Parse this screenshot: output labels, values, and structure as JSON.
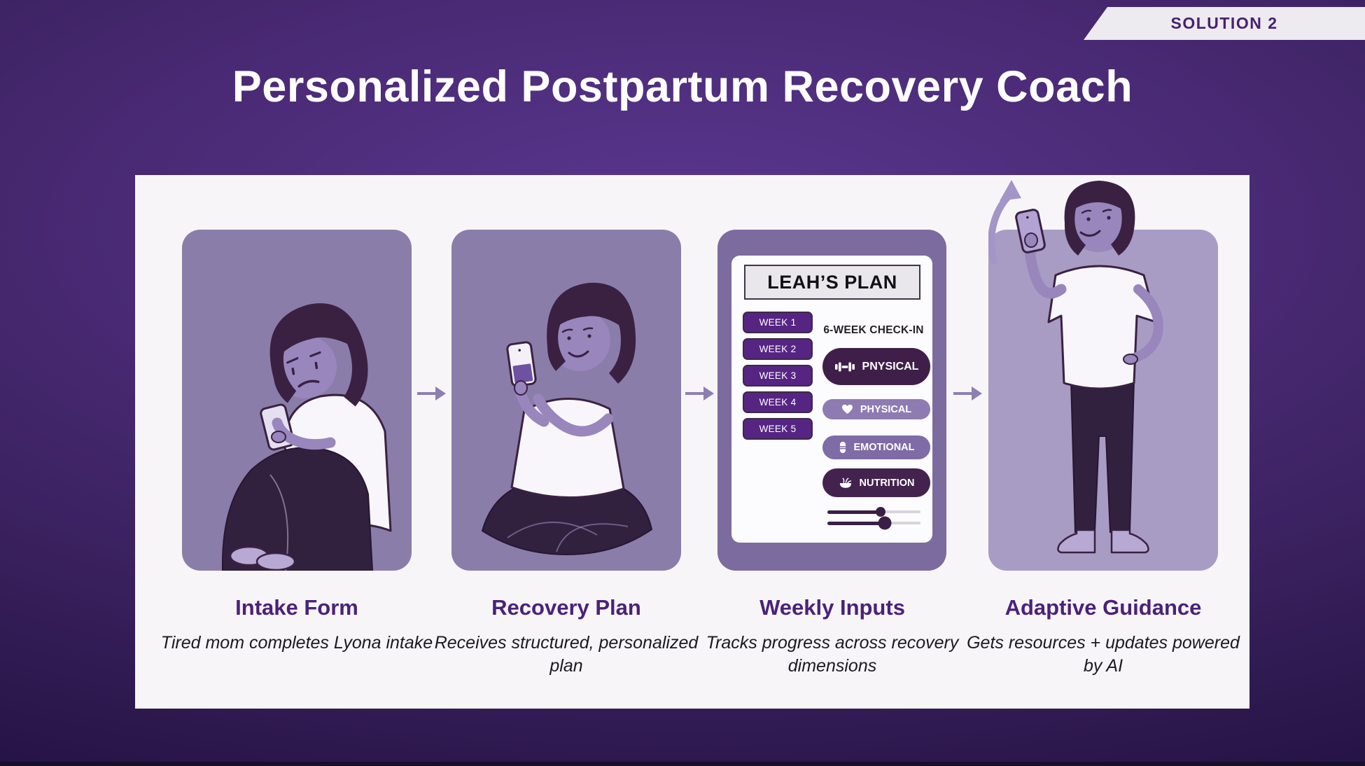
{
  "badge": {
    "label": "SOLUTION 2"
  },
  "title": "Personalized Postpartum Recovery Coach",
  "steps": [
    {
      "title": "Intake Form",
      "description": "Tired mom completes Lyona intake",
      "illustration": "tired-mom-with-phone"
    },
    {
      "title": "Recovery Plan",
      "description": "Receives structured, personalized plan",
      "illustration": "mom-reading-plan-on-phone"
    },
    {
      "title": "Weekly Inputs",
      "description": "Tracks progress across recovery dimensions",
      "illustration": "leah-plan-card"
    },
    {
      "title": "Adaptive Guidance",
      "description": "Gets resources + updates powered by AI",
      "illustration": "standing-mom-progress"
    }
  ],
  "plan_card": {
    "header": "LEAH’S PLAN",
    "weeks": [
      "WEEK 1",
      "WEEK 2",
      "WEEK 3",
      "WEEK 4",
      "WEEK 5"
    ],
    "checkin_label": "6-WEEK CHECK-IN",
    "categories": [
      {
        "label": "PNYSICAL",
        "icon": "dumbbell-icon",
        "variant": "dark"
      },
      {
        "label": "PHYSICAL",
        "icon": "heart-icon",
        "variant": "light"
      },
      {
        "label": "EMOTIONAL",
        "icon": "capsule-icon",
        "variant": "medium"
      },
      {
        "label": "NUTRITION",
        "icon": "bowl-icon",
        "variant": "dark"
      }
    ],
    "sliders": [
      {
        "percent": 57
      },
      {
        "percent": 62
      }
    ]
  },
  "colors": {
    "background_center": "#5a3790",
    "background_edge": "#201040",
    "accent_purple": "#4b2179",
    "panel_purple": "#8b7daa",
    "panel_light_purple": "#a89cc4",
    "plan_panel_purple": "#7c6b9e",
    "week_pill": "#562583",
    "category_dark": "#3f1f4a",
    "category_light": "#8e7bb1",
    "category_medium": "#7f6ba6",
    "arrow": "#8d7fb0",
    "badge_bg": "#edeaf0",
    "badge_text": "#472170"
  }
}
